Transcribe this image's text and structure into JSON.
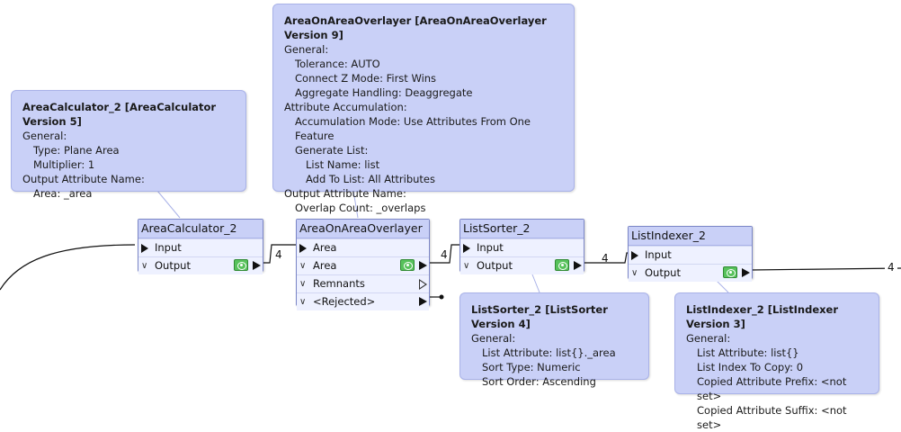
{
  "annotations": {
    "areacalc": {
      "title": "AreaCalculator_2 [AreaCalculator Version 5]",
      "lines": [
        "General:",
        "Type: Plane Area",
        "Multiplier: 1",
        "Output Attribute Name:",
        "Area: _area"
      ]
    },
    "overlayer": {
      "title": "AreaOnAreaOverlayer [AreaOnAreaOverlayer Version 9]",
      "lines": [
        "General:",
        "Tolerance: AUTO",
        "Connect Z Mode: First Wins",
        "Aggregate Handling: Deaggregate",
        "Attribute Accumulation:",
        "Accumulation Mode: Use Attributes From One Feature",
        "Generate List:",
        "List Name: list",
        "Add To List: All Attributes",
        "Output Attribute Name:",
        "Overlap Count: _overlaps"
      ]
    },
    "sorter": {
      "title": "ListSorter_2 [ListSorter Version 4]",
      "lines": [
        "General:",
        "List Attribute: list{}._area",
        "Sort Type: Numeric",
        "Sort Order: Ascending"
      ]
    },
    "indexer": {
      "title": "ListIndexer_2 [ListIndexer Version 3]",
      "lines": [
        "General:",
        "List Attribute: list{}",
        "List Index To Copy: 0",
        "Copied Attribute Prefix: <not set>",
        "Copied Attribute Suffix: <not set>"
      ]
    }
  },
  "transformers": {
    "areacalc": {
      "name": "AreaCalculator_2",
      "ports": [
        "Input",
        "Output"
      ]
    },
    "overlayer": {
      "name": "AreaOnAreaOverlayer",
      "ports": [
        "Area",
        "Area",
        "Remnants",
        "<Rejected>"
      ]
    },
    "sorter": {
      "name": "ListSorter_2",
      "ports": [
        "Input",
        "Output"
      ]
    },
    "indexer": {
      "name": "ListIndexer_2",
      "ports": [
        "Input",
        "Output"
      ]
    }
  },
  "counts": {
    "c1": "4",
    "c2": "4",
    "c3": "4",
    "c4": "4"
  },
  "icons": {
    "expand": "chevron-down-icon",
    "inspect": "eye-icon",
    "port": "triangle-port-icon"
  },
  "colors": {
    "annotation_bg": "#c9d0f7",
    "transformer_bg": "#dfe4ff",
    "inspect_green": "#58c25c"
  }
}
